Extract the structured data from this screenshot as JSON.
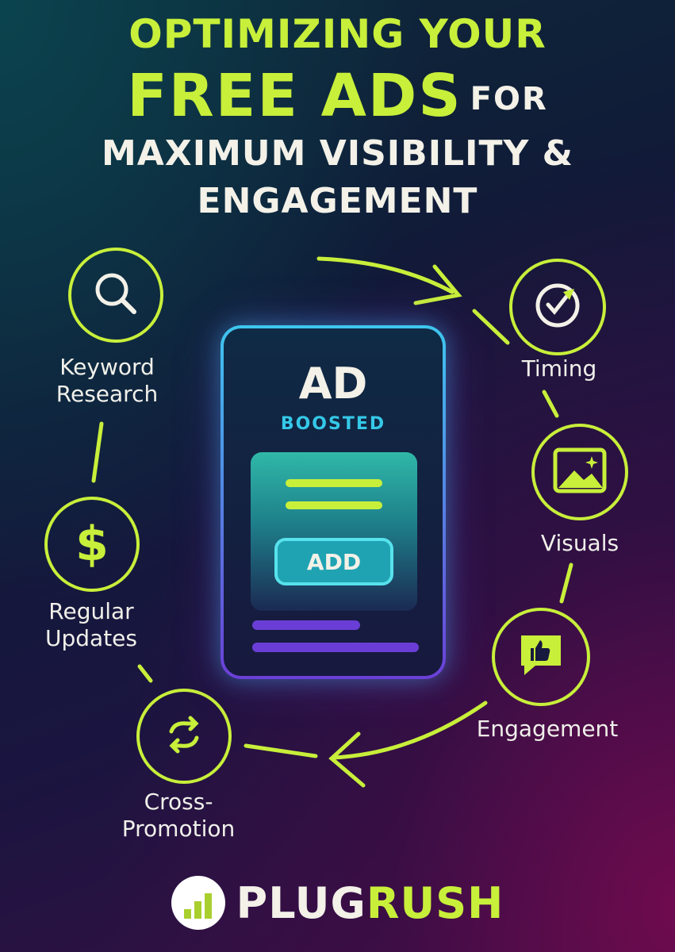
{
  "title": {
    "line1": "OPTIMIZING YOUR",
    "line2_big": "FREE ADS",
    "line2_small": "FOR",
    "line3": "MAXIMUM VISIBILITY &",
    "line4": "ENGAGEMENT"
  },
  "ad_mockup": {
    "heading": "AD",
    "badge": "BOOSTED",
    "button_label": "ADD"
  },
  "cycle_items": [
    {
      "label_line1": "Keyword",
      "label_line2": "Research",
      "icon": "magnifier-icon"
    },
    {
      "label_line1": "Regular",
      "label_line2": "Updates",
      "icon": "dollar-icon"
    },
    {
      "label_line1": "Cross-",
      "label_line2": "Promotion",
      "icon": "cycle-arrows-icon"
    },
    {
      "label_line1": "Timing",
      "icon": "clock-check-icon"
    },
    {
      "label_line1": "Visuals",
      "icon": "image-icon"
    },
    {
      "label_line1": "Engagement",
      "icon": "chat-thumbs-up-icon"
    }
  ],
  "brand": {
    "part1": "PLUG",
    "part2": "RUSH",
    "icon": "bar-chart-logo-icon"
  },
  "colors": {
    "accent": "#c8ef3a",
    "text": "#f3f1e8",
    "cyan": "#35c8e8",
    "purple": "#6a3ed6"
  }
}
